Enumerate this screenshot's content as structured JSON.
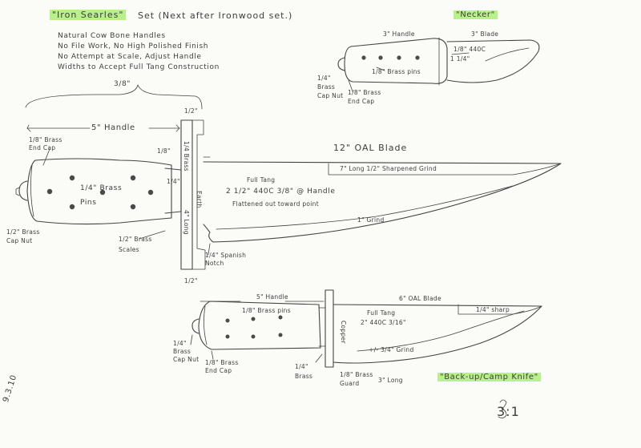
{
  "header": {
    "set_title": "\"Iron Searles\"",
    "set_subtitle": "Set (Next after Ironwood set.)",
    "notes": [
      "Natural Cow Bone Handles",
      "No File Work, No High Polished Finish",
      "No Attempt at Scale, Adjust Handle",
      "Widths to Accept Full Tang Construction"
    ]
  },
  "necker": {
    "title": "\"Necker\"",
    "handle_label": "3\" Handle",
    "blade_label": "3\" Blade",
    "steel": "1/8\" 440C",
    "width": "1 1/4\"",
    "pins": "1/8\" Brass pins",
    "cap_nut": "1/4\" Brass Cap Nut",
    "end_cap": "1/8\" Brass End Cap"
  },
  "large_knife": {
    "overall_handle": "3/8\"",
    "handle_length": "5\" Handle",
    "end_cap": "1/8\" Brass End Cap",
    "pins": "1/4\" Brass Pins",
    "cap_nut": "1/2\" Brass Cap Nut",
    "scales": "1/2\" Brass Scales",
    "guard_top": "1/2\"",
    "guard_side": "1/8\"",
    "guard_inner": "1/4\"",
    "guard_brass": "1/4 Brass",
    "guard_long": "4\" Long",
    "guard_earth": "Earth",
    "guard_bottom": "1/2\"",
    "blade_title": "12\" OAL Blade",
    "sharpened": "7\" Long   1/2\" Sharpened Grind",
    "tang": "Full Tang",
    "tang_spec": "2 1/2\" 440C  3/8\" @ Handle",
    "taper": "Flattened out toward point",
    "grind": "1\" Grind",
    "notch": "1/4\" Spanish Notch"
  },
  "backup": {
    "handle_length": "5\" Handle",
    "pins": "1/8\" Brass pins",
    "blade_title": "6\" OAL Blade",
    "sharp": "1/4\" sharp",
    "tang": "Full Tang",
    "tang_spec": "2\" 440C  3/16\"",
    "grind": "+/- 3/4\"      Grind",
    "cap_nut": "1/4\" Brass Cap Nut",
    "end_cap": "1/8\" Brass End Cap",
    "guard_thick": "1/4\" Brass",
    "guard": "1/8\" Brass Guard",
    "guard_long": "3\" Long",
    "guard_vertical": "Copper",
    "title": "\"Back-up/Camp Knife\""
  },
  "margin": {
    "date": "9.3.10",
    "scale": "3:1"
  },
  "colors": {
    "highlight": "#b8f08a",
    "pencil": "#444444",
    "paper": "#fbfbf8"
  }
}
